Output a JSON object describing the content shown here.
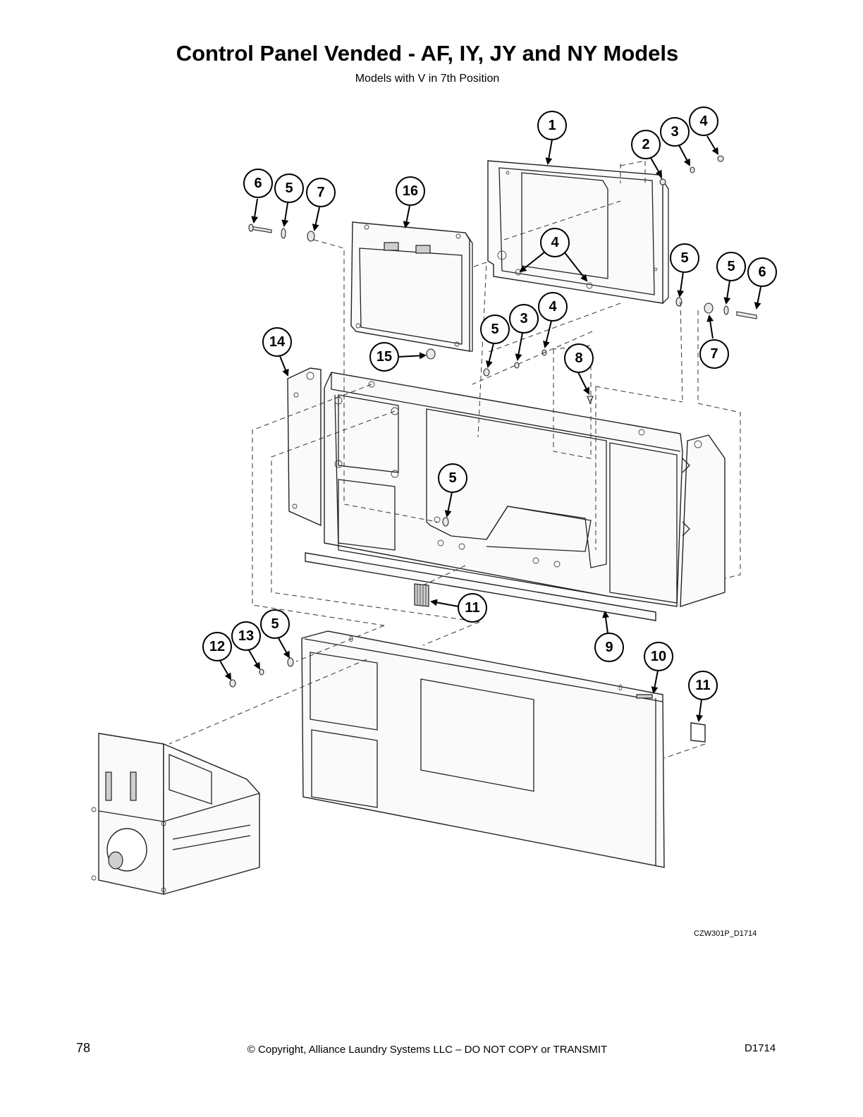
{
  "header": {
    "title": "Control Panel Vended - AF, IY, JY and NY Models",
    "subtitle": "Models with V in 7th Position"
  },
  "diagram": {
    "drawing_code": "CZW301P_D1714",
    "callouts": [
      "1",
      "2",
      "3",
      "4",
      "6",
      "5",
      "7",
      "16",
      "4",
      "5",
      "5",
      "6",
      "14",
      "15",
      "5",
      "3",
      "4",
      "8",
      "7",
      "5",
      "11",
      "9",
      "12",
      "13",
      "5",
      "10",
      "11"
    ]
  },
  "footer": {
    "page_number": "78",
    "copyright": "© Copyright, Alliance Laundry Systems LLC – DO NOT COPY or TRANSMIT",
    "doc_code": "D1714"
  }
}
